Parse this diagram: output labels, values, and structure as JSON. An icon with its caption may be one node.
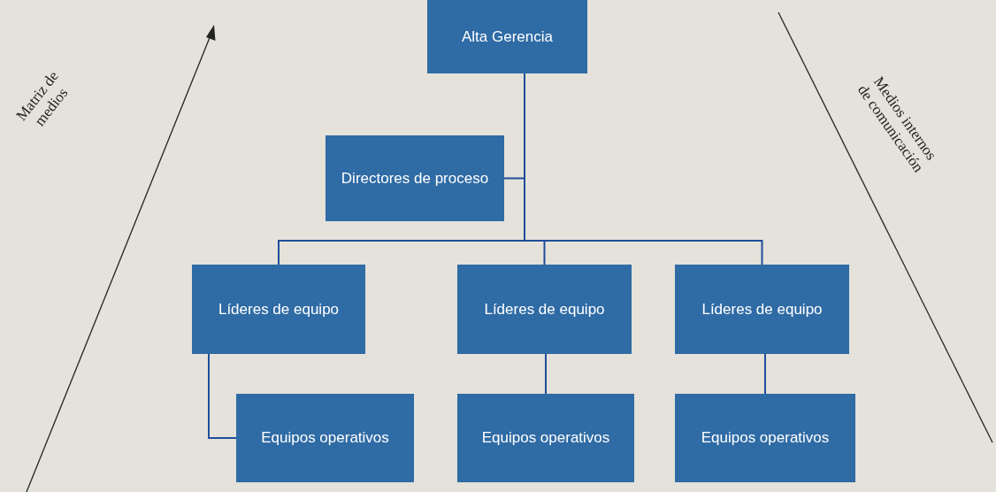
{
  "diagram": {
    "nodes": [
      {
        "text": [
          "Alta Gerencia"
        ]
      },
      {
        "text": [
          "Directores de proceso"
        ]
      },
      {
        "text": [
          "Líderes de equipo"
        ]
      },
      {
        "text": [
          "Líderes de equipo"
        ]
      },
      {
        "text": [
          "Líderes de equipo"
        ]
      },
      {
        "text": [
          "Equipos operativos"
        ]
      },
      {
        "text": [
          "Equipos operativos"
        ]
      },
      {
        "text": [
          "Equipos operativos"
        ]
      }
    ],
    "edges": [
      {
        "from": 0,
        "to": 1,
        "arrow": "none"
      },
      {
        "from": 0,
        "to": 2,
        "arrow": "none"
      },
      {
        "from": 0,
        "to": 3,
        "arrow": "none"
      },
      {
        "from": 0,
        "to": 4,
        "arrow": "none"
      },
      {
        "from": 2,
        "to": 5,
        "arrow": "none"
      },
      {
        "from": 3,
        "to": 6,
        "arrow": "none"
      },
      {
        "from": 4,
        "to": 7,
        "arrow": "none"
      }
    ],
    "labels": [
      "Matriz de medios",
      "Medios internos de comunicación"
    ]
  }
}
